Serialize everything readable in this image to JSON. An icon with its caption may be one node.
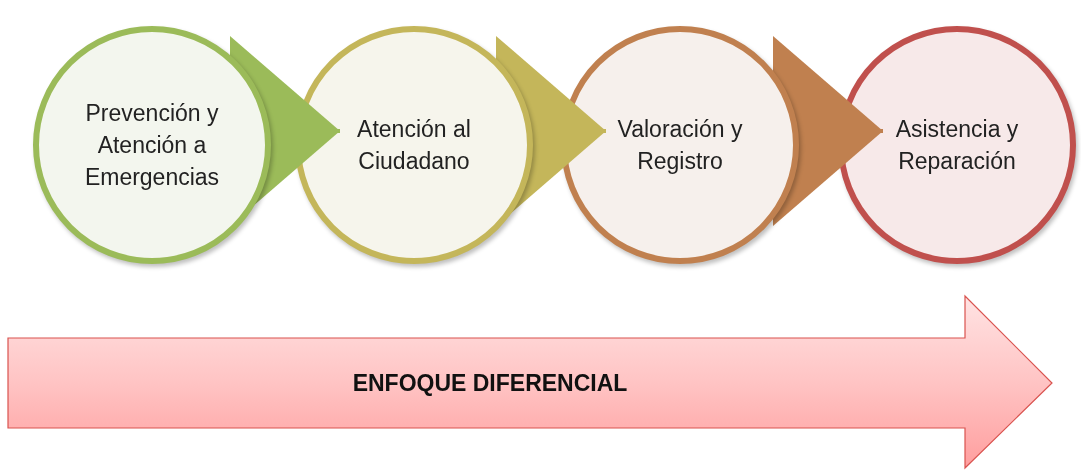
{
  "diagram": {
    "nodes": [
      {
        "text": [
          "Prevención y Atención a Emergencias"
        ]
      },
      {
        "text": [
          "Atención al Ciudadano"
        ]
      },
      {
        "text": [
          "Valoración y Registro"
        ]
      },
      {
        "text": [
          "Asistencia y Reparación"
        ]
      },
      {
        "text": [
          "ENFOQUE DIFERENCIAL"
        ]
      }
    ],
    "edges": [
      {
        "from": 0,
        "to": 1,
        "arrow": "to",
        "color": "#9bbb59"
      },
      {
        "from": 1,
        "to": 2,
        "arrow": "to",
        "color": "#c4b65a"
      },
      {
        "from": 2,
        "to": 3,
        "arrow": "to",
        "color": "#c0804f"
      }
    ]
  }
}
